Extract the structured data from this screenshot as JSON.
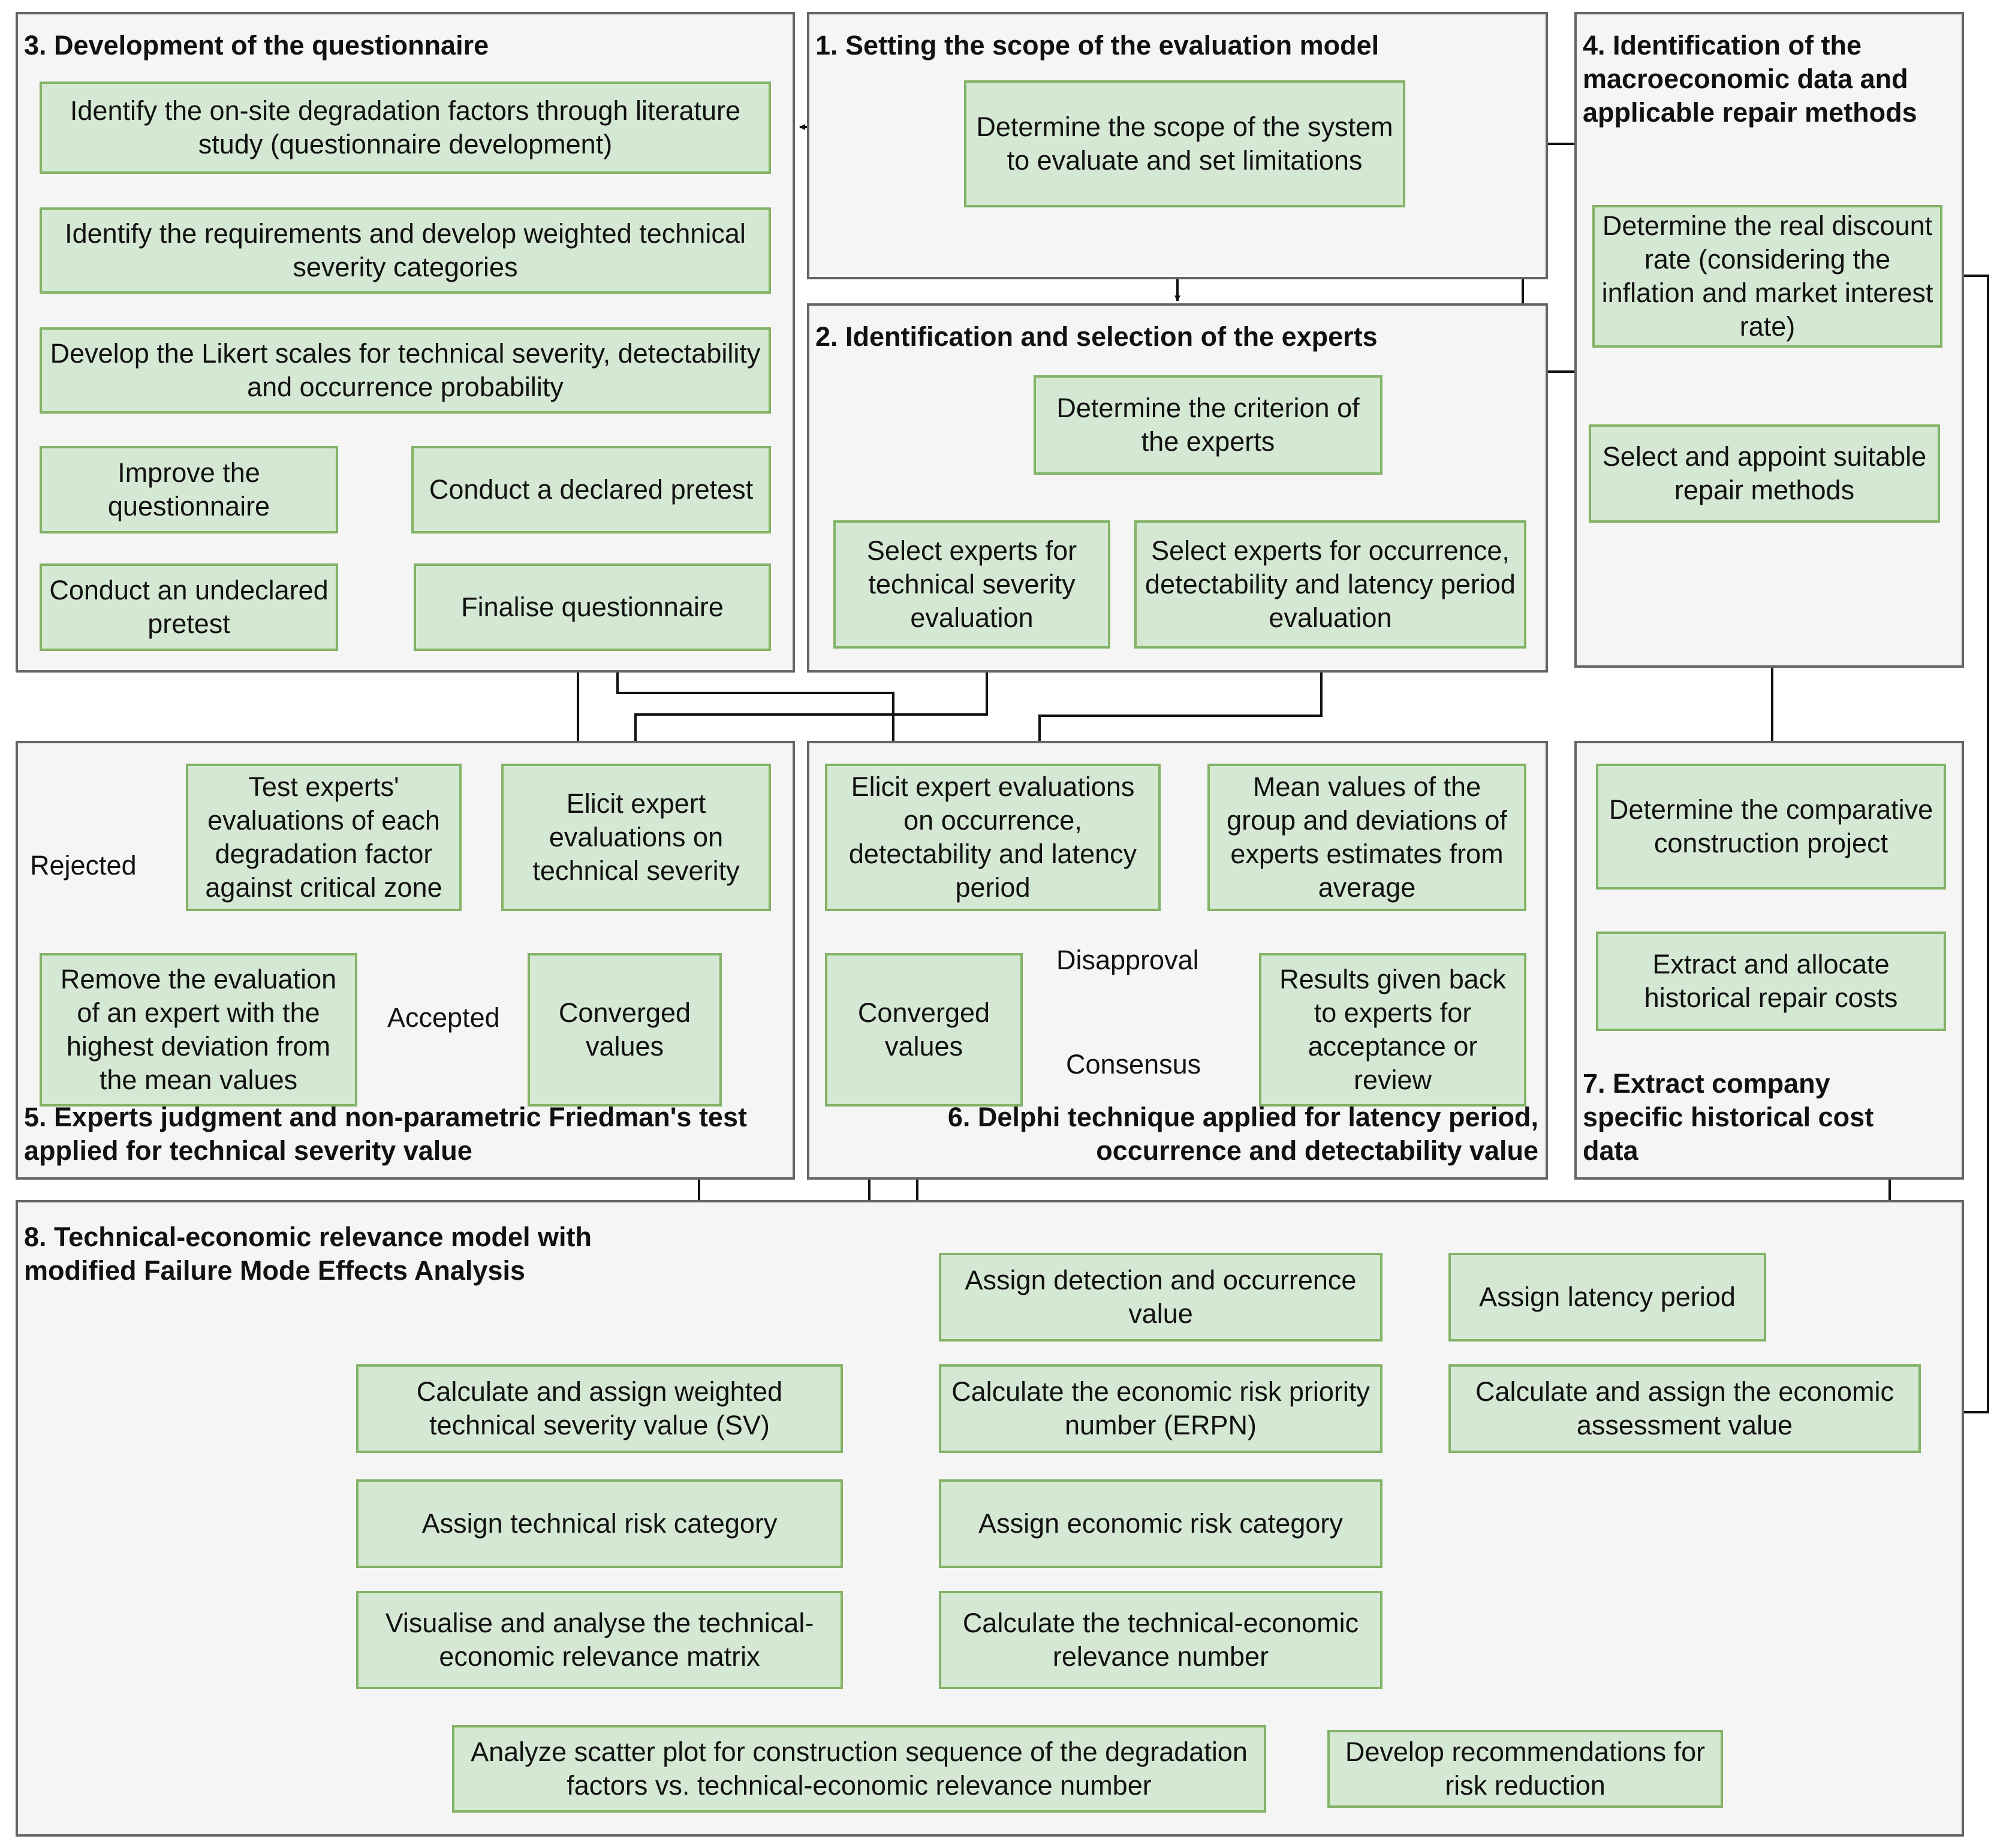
{
  "colors": {
    "section_fill": "#f5f5f5",
    "section_border": "#666666",
    "node_fill": "#d5e8d4",
    "node_border": "#82b366",
    "arrow": "#111111"
  },
  "sections": {
    "s1": "1. Setting the scope of the evaluation model",
    "s2": "2. Identification and selection of the experts",
    "s3": "3. Development of the questionnaire",
    "s4": "4. Identification of the macroeconomic data and applicable repair methods",
    "s5": "5. Experts judgment and non-parametric Friedman's test applied for technical severity value",
    "s6": "6. Delphi technique applied for latency period, occurrence and detectability value",
    "s7": "7. Extract company specific historical cost data",
    "s8": "8. Technical-economic relevance model with modified Failure Mode Effects Analysis"
  },
  "nodes": {
    "determine_scope": "Determine the scope of the system to evaluate and set limitations",
    "identify_factors": "Identify the on-site degradation factors through literature study (questionnaire development)",
    "identify_requirements": "Identify the requirements and develop weighted technical severity categories",
    "develop_likert": "Develop the Likert scales for technical severity, detectability and occurrence probability",
    "declared_pretest": "Conduct a declared pretest",
    "improve_questionnaire": "Improve the questionnaire",
    "undeclared_pretest": "Conduct an undeclared pretest",
    "finalise_questionnaire": "Finalise questionnaire",
    "expert_criterion": "Determine the criterion of the experts",
    "select_severity_experts": "Select experts for technical severity evaluation",
    "select_occurrence_experts": "Select experts for occurrence, detectability and latency period evaluation",
    "discount_rate": "Determine the real discount rate (considering the inflation and market interest rate)",
    "repair_methods": "Select and appoint suitable repair methods",
    "test_evaluations": "Test experts' evaluations of each degradation factor against critical zone",
    "elicit_severity": "Elicit expert evaluations on technical severity",
    "remove_evaluation": "Remove the evaluation of an expert with the highest deviation from the mean values",
    "converged_values_5": "Converged values",
    "elicit_occurrence": "Elicit expert evaluations on occurrence, detectability and latency period",
    "mean_values": "Mean values of the group and deviations of experts estimates from average",
    "converged_values_6": "Converged values",
    "results_back": "Results given back to experts for acceptance or review",
    "comparative_project": "Determine the comparative construction project",
    "historical_costs": "Extract and allocate historical repair costs",
    "assign_detection": "Assign detection and occurrence value",
    "assign_latency": "Assign latency period",
    "calc_severity": "Calculate and assign weighted technical severity value (SV)",
    "calc_erpn": "Calculate the economic risk priority number (ERPN)",
    "calc_economic_value": "Calculate and assign the economic assessment value",
    "assign_technical_risk": "Assign technical risk category",
    "assign_economic_risk": "Assign economic risk category",
    "visualise_matrix": "Visualise and analyse the technical-economic relevance matrix",
    "calc_relevance": "Calculate the technical-economic relevance number",
    "scatter_plot": "Analyze scatter plot for construction sequence of the degradation factors vs. technical-economic relevance number",
    "recommendations": "Develop recommendations for risk reduction"
  },
  "edge_labels": {
    "rejected": "Rejected",
    "accepted": "Accepted",
    "disapproval": "Disapproval",
    "consensus": "Consensus"
  }
}
